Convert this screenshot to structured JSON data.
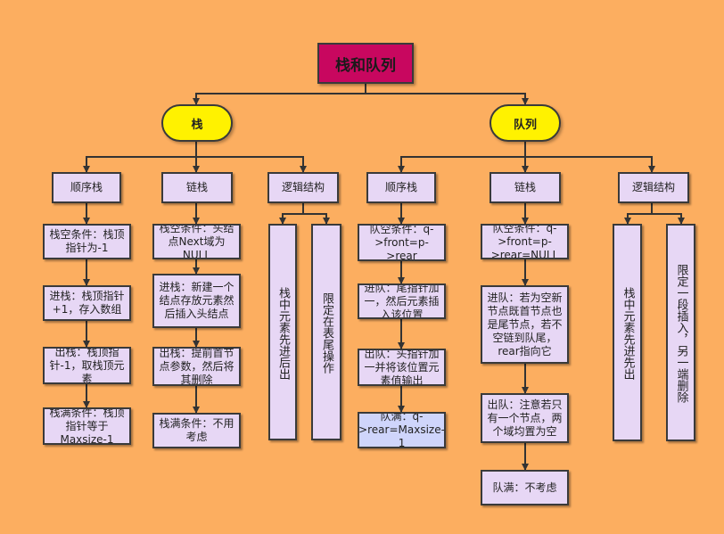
{
  "root": "栈和队列",
  "stack": {
    "title": "栈",
    "sequential": {
      "title": "顺序栈",
      "empty": "栈空条件：栈顶指针为-1",
      "push": "进栈：栈顶指针+1，存入数组",
      "pop": "出栈：栈顶指针-1，取栈顶元素",
      "full": "栈满条件：栈顶指针等于Maxsize-1"
    },
    "linked": {
      "title": "链栈",
      "empty": "栈空条件：头结点Next域为NULL",
      "push": "进栈：新建一个结点存放元素然后插入头结点",
      "pop": "出栈：提前首节点参数，然后将其删除",
      "full": "栈满条件：不用考虑"
    },
    "logical": {
      "title": "逻辑结构",
      "rule1": "栈中元素先进后出",
      "rule2": "限定在表尾操作"
    }
  },
  "queue": {
    "title": "队列",
    "sequential": {
      "title": "顺序栈",
      "empty": "队空条件：q->front=p->rear",
      "enqueue": "进队：尾指针加一，然后元素插入该位置",
      "dequeue": "出队：头指针加一并将该位置元素值输出",
      "full": "队满：q->rear=Maxsize-1"
    },
    "linked": {
      "title": "链栈",
      "empty": "队空条件：q->front=p->rear=NULL",
      "enqueue": "进队：若为空新节点既首节点也是尾节点，若不空链到队尾，rear指向它",
      "dequeue": "出队：注意若只有一个节点，两个域均置为空",
      "full": "队满：不考虑"
    },
    "logical": {
      "title": "逻辑结构",
      "rule1": "栈中元素先进先出",
      "rule2": "限定一段插入，另一端删除"
    }
  }
}
